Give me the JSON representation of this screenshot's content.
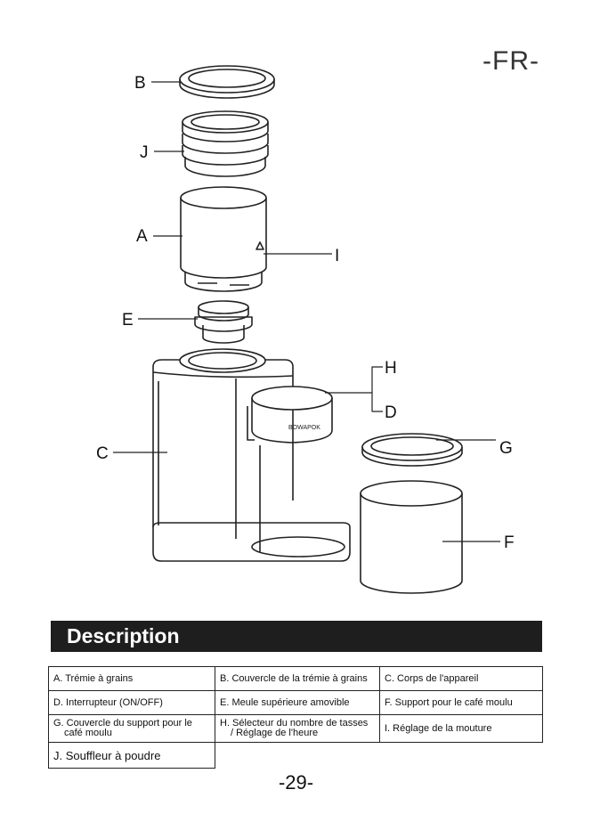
{
  "header": {
    "language": "-FR-"
  },
  "diagram": {
    "callouts": [
      "A",
      "B",
      "C",
      "D",
      "E",
      "F",
      "G",
      "H",
      "I",
      "J"
    ],
    "brand_mark": "BOWAPOK"
  },
  "section": {
    "title": "Description"
  },
  "parts": [
    [
      "A. Trémie à grains",
      "B. Couvercle de la trémie à grains",
      "C. Corps de l'appareil"
    ],
    [
      "D. Interrupteur (ON/OFF)",
      "E. Meule supérieure amovible",
      "F. Support pour le café moulu"
    ],
    [
      [
        "G. Couvercle du support pour le",
        "café moulu"
      ],
      [
        "H. Sélecteur du nombre de tasses",
        "/ Réglage de l'heure"
      ],
      "I. Réglage de la mouture"
    ],
    [
      "J. Souffleur à poudre"
    ]
  ],
  "footer": {
    "page_number": "-29-"
  }
}
